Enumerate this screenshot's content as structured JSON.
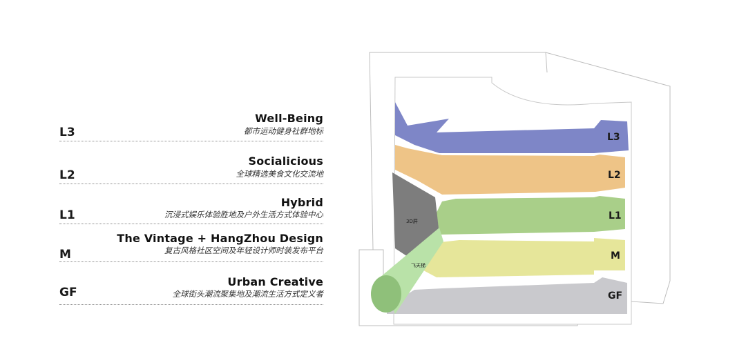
{
  "floors": [
    {
      "code": "L3",
      "title": "Well-Being",
      "subtitle": "都市运动健身社群地标",
      "color": "#7e86c7"
    },
    {
      "code": "L2",
      "title": "Socialicious",
      "subtitle": "全球精选美食文化交流地",
      "color": "#eec487"
    },
    {
      "code": "L1",
      "title": "Hybrid",
      "subtitle": "沉浸式娱乐体验胜地及户外生活方式体验中心",
      "color": "#a9cf89"
    },
    {
      "code": "M",
      "title": "The Vintage + HangZhou Design",
      "subtitle": "复古风格社区空间及年轻设计师时装发布平台",
      "color": "#e6e69a"
    },
    {
      "code": "GF",
      "title": "Urban Creative",
      "subtitle": "全球街头潮流聚集地及潮流生活方式定义者",
      "color": "#c9c9cd"
    }
  ],
  "diagram": {
    "floor_labels": [
      "L3",
      "L2",
      "L1",
      "M",
      "GF"
    ],
    "label_3d": "3D屏",
    "label_escalator": "飞天梯",
    "colors": {
      "screen": "#7d7d7d",
      "escalator": "#b9e2a8",
      "escalator_dark": "#8fc07a",
      "outline": "#bdbdbd"
    }
  }
}
